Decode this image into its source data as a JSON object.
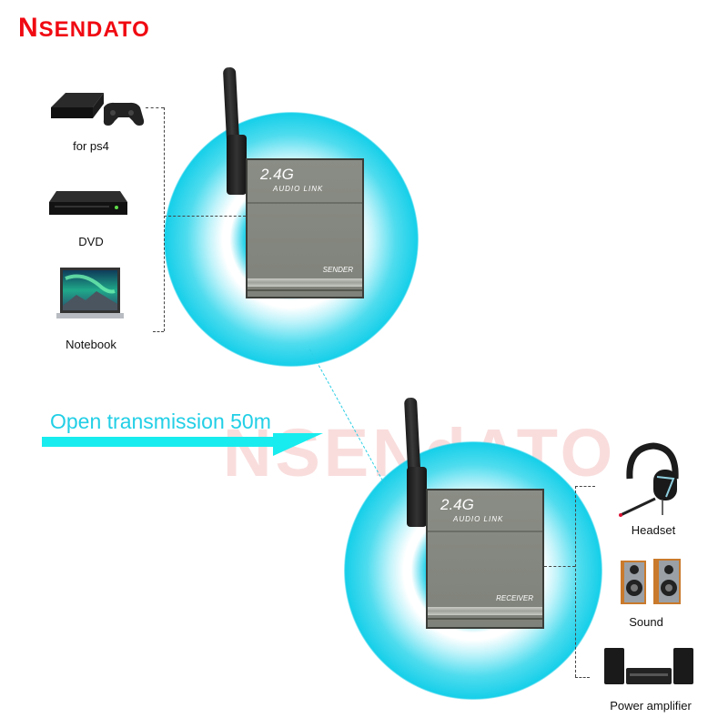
{
  "brand": {
    "logo_first": "N",
    "logo_rest": "SENDATO",
    "color": "#f00a12"
  },
  "watermark": "NSENdATO",
  "transmission": {
    "label": "Open transmission 50m",
    "color": "#22cfe6"
  },
  "sender": {
    "title": "2.4G",
    "subtitle": "AUDIO  LINK",
    "role": "SENDER",
    "sources": [
      {
        "label": "for ps4",
        "icon": "game-console-icon"
      },
      {
        "label": "DVD",
        "icon": "dvd-player-icon"
      },
      {
        "label": "Notebook",
        "icon": "laptop-icon"
      }
    ]
  },
  "receiver": {
    "title": "2.4G",
    "subtitle": "AUDIO  LINK",
    "role": "RECEIVER",
    "outputs": [
      {
        "label": "Headset",
        "icon": "headset-icon"
      },
      {
        "label": "Sound",
        "icon": "speakers-icon"
      },
      {
        "label": "Power amplifier",
        "icon": "amplifier-icon"
      }
    ]
  },
  "colors": {
    "ring": "#16cfe9",
    "device": "#858880",
    "arrow": "#19ecee"
  }
}
